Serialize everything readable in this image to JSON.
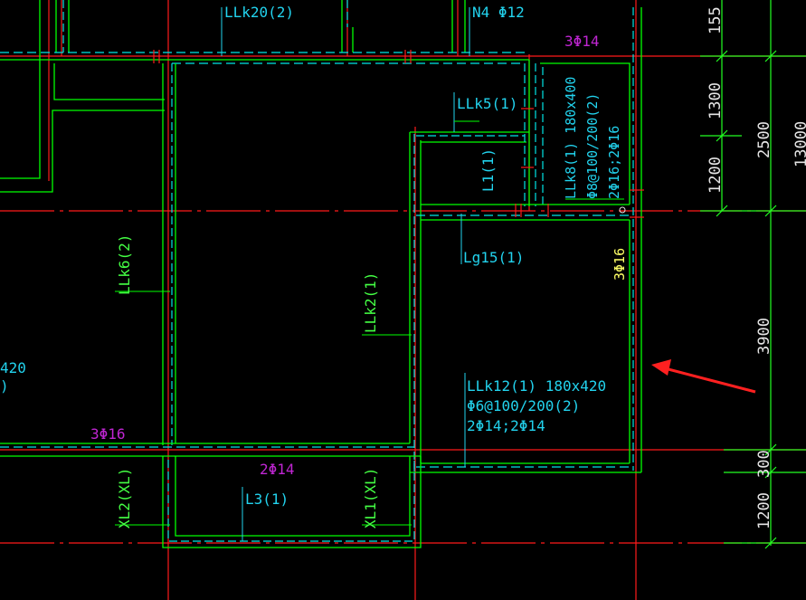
{
  "colors": {
    "background": "#000000",
    "axis_red": "#ff1a1a",
    "beam_green": "#00ff00",
    "beam_cyan": "#00e5e5",
    "text_cyan": "#22d3ee",
    "text_green": "#44ff44",
    "text_magenta": "#c026d3",
    "text_yellow": "#ffff66",
    "dimension_green": "#22ff22",
    "dimension_text": "#e5e5e5",
    "arrow": "#ff2020"
  },
  "labels": {
    "llk20": "LLk20(2)",
    "n4": "N4 Φ12",
    "top_rebar": "3Φ14",
    "llk5": "LLk5(1)",
    "llk8_line1": "LLk8(1) 180x400",
    "llk8_line2": "Φ8@100/200(2)",
    "llk8_line3": "2Φ16;2Φ16",
    "l1": "L1(1)",
    "lg15": "Lg15(1)",
    "right_rebar": "3Φ16",
    "llk6": "LLk6(2)",
    "llk2": "LLk2(1)",
    "left_partial_1": "420",
    "left_partial_2": ")",
    "llk12_line1": "LLk12(1) 180x420",
    "llk12_line2": "Φ6@100/200(2)",
    "llk12_line3": "2Φ14;2Φ14",
    "bottom_left_rebar": "3Φ16",
    "bottom_rebar": "2Φ14",
    "l3": "L3(1)",
    "xl2": "XL2(XL)",
    "xl1": "XL1(XL)"
  },
  "dimensions": {
    "d155": "155",
    "d1300": "1300",
    "d2500": "2500",
    "d1200_top": "1200",
    "d3900": "3900",
    "d300": "300",
    "d1200_bottom": "1200",
    "d_cut": "13000"
  }
}
